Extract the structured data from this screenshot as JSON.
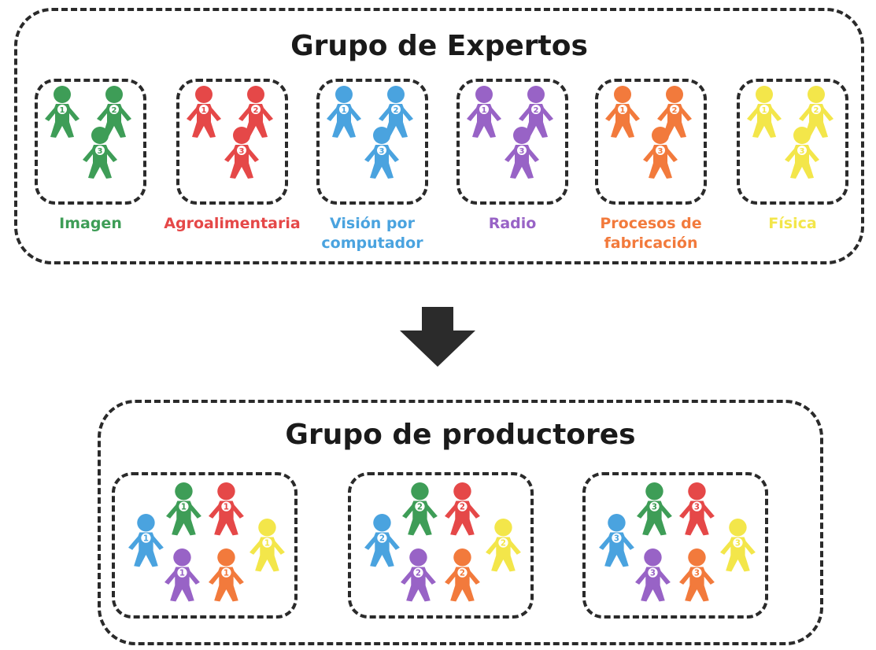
{
  "experts": {
    "title": "Grupo de Expertos",
    "groups": [
      {
        "label": "Imagen",
        "color": "#3e9d57",
        "numbers": [
          "1",
          "2",
          "3"
        ]
      },
      {
        "label": "Agroalimentaria",
        "color": "#e54848",
        "numbers": [
          "1",
          "2",
          "3"
        ]
      },
      {
        "label": "Visión por computador",
        "color": "#4aa3df",
        "numbers": [
          "1",
          "2",
          "3"
        ]
      },
      {
        "label": "Radio",
        "color": "#9863c6",
        "numbers": [
          "1",
          "2",
          "3"
        ]
      },
      {
        "label": "Procesos de fabricación",
        "color": "#f27a3c",
        "numbers": [
          "1",
          "2",
          "3"
        ]
      },
      {
        "label": "Física",
        "color": "#f3e64a",
        "numbers": [
          "1",
          "2",
          "3"
        ]
      }
    ]
  },
  "arrow": {
    "icon": "down-arrow-icon",
    "color": "#2b2b2b"
  },
  "producers": {
    "title": "Grupo de productores",
    "groups": [
      {
        "number": "1"
      },
      {
        "number": "2"
      },
      {
        "number": "3"
      }
    ]
  }
}
